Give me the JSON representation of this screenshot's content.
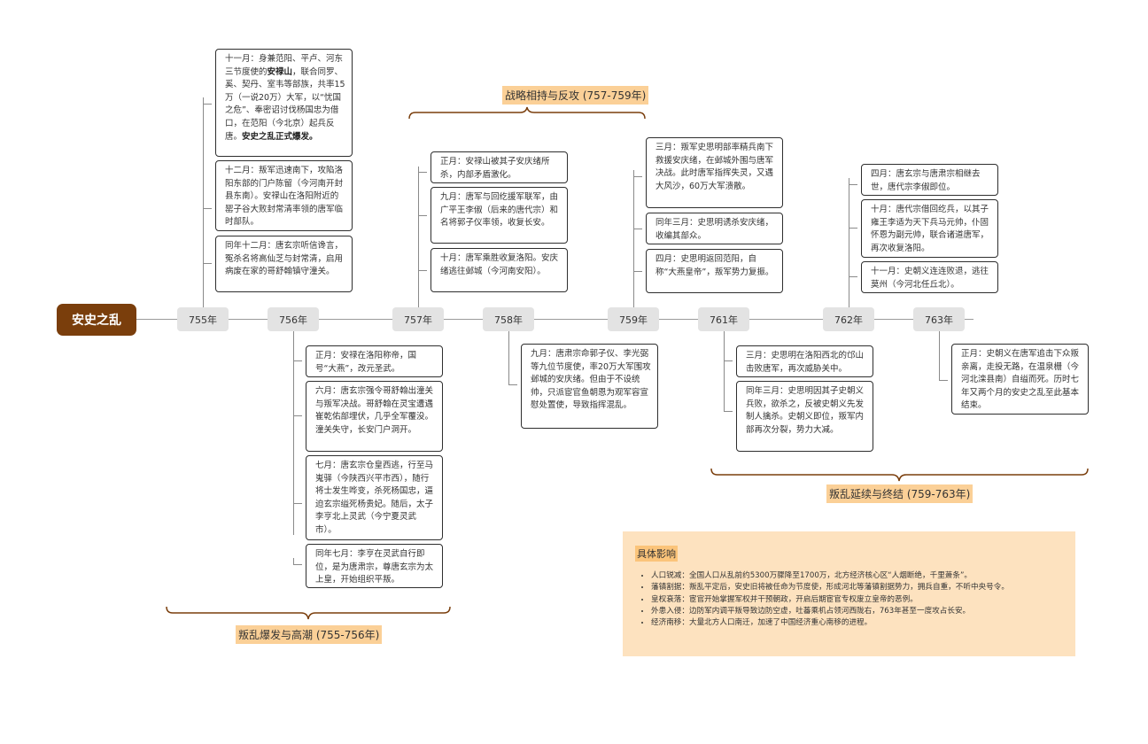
{
  "root_title": "安史之乱",
  "years": [
    "755年",
    "756年",
    "757年",
    "758年",
    "759年",
    "761年",
    "762年",
    "763年"
  ],
  "phases": [
    "战略相持与反攻 (757-759年)",
    "叛乱延续与终结 (759-763年)",
    "叛乱爆发与高潮 (755-756年)"
  ],
  "events": {
    "y755": [
      [
        {
          "t": "十一月：身兼范阳、平卢、河东三节度使的"
        },
        {
          "t": "安禄山",
          "b": true
        },
        {
          "t": "，联合同罗、奚、契丹、室韦等部族，共率15万（一说20万）大军，以“忧国之危”、奉密诏讨伐杨国忠为借口，在范阳（今北京）起兵反唐。"
        },
        {
          "t": "安史之乱正式爆发。",
          "b": true
        }
      ],
      [
        {
          "t": "十二月：叛军迅速南下，攻陷洛阳东部的门户陈留（今河南开封县东南）。安禄山在洛阳附近的罂子谷大败封常清率领的唐军临时部队。"
        }
      ],
      [
        {
          "t": "同年十二月：唐玄宗听信谗言，冤杀名将高仙芝与封常清，启用病废在家的哥舒翰镇守潼关。"
        }
      ]
    ],
    "y756": [
      [
        {
          "t": "正月：安禄在洛阳称帝，国号“大燕”，改元圣武。"
        }
      ],
      [
        {
          "t": "六月：唐玄宗强令哥舒翰出潼关与叛军决战。哥舒翰在灵宝遭遇崔乾佑部埋伏，几乎全军覆没。潼关失守，长安门户洞开。"
        }
      ],
      [
        {
          "t": "七月：唐玄宗仓皇西逃，行至马嵬驿（今陕西兴平市西），随行将士发生哗变，杀死杨国忠，逼迫玄宗缢死杨贵妃。随后，太子李亨北上灵武（今宁夏灵武市）。"
        }
      ],
      [
        {
          "t": "同年七月：李亨在灵武自行即位，是为唐肃宗，尊唐玄宗为太上皇，开始组织平叛。"
        }
      ]
    ],
    "y757": [
      [
        {
          "t": "正月：安禄山被其子安庆绪所杀，内部矛盾激化。"
        }
      ],
      [
        {
          "t": "九月：唐军与回纥援军联军，由广平王李俶（后来的唐代宗）和名将郭子仪率领，收复长安。"
        }
      ],
      [
        {
          "t": "十月：唐军乘胜收复洛阳。安庆绪逃往邺城（今河南安阳）。"
        }
      ]
    ],
    "y758": [
      [
        {
          "t": "九月：唐肃宗命郭子仪、李光弼等九位节度使，率20万大军围攻邺城的安庆绪。但由于不设统帅，只派宦官鱼朝恩为观军容宣慰处置使，导致指挥混乱。"
        }
      ]
    ],
    "y759": [
      [
        {
          "t": "三月：叛军史思明部率精兵南下救援安庆绪，在邺城外围与唐军决战。此时唐军指挥失灵，又遇大风沙，60万大军溃散。"
        }
      ],
      [
        {
          "t": "同年三月：史思明诱杀安庆绪，收编其部众。"
        }
      ],
      [
        {
          "t": "四月：史思明返回范阳，自称“大燕皇帝”，叛军势力复振。"
        }
      ]
    ],
    "y761": [
      [
        {
          "t": "三月：史思明在洛阳西北的邙山击败唐军，再次威胁关中。"
        }
      ],
      [
        {
          "t": "同年三月：史思明因其子史朝义兵败，欲杀之，反被史朝义先发制人擒杀。史朝义即位，叛军内部再次分裂，势力大减。"
        }
      ]
    ],
    "y762": [
      [
        {
          "t": "四月：唐玄宗与唐肃宗相继去世，唐代宗李俶即位。"
        }
      ],
      [
        {
          "t": "十月：唐代宗借回纥兵，以其子雍王李适为天下兵马元帅，仆固怀恩为副元帅，联合诸道唐军，再次收复洛阳。"
        }
      ],
      [
        {
          "t": "十一月：史朝义连连败退，逃往莫州（今河北任丘北）。"
        }
      ]
    ],
    "y763": [
      [
        {
          "t": "正月：史朝义在唐军追击下众叛亲离，走投无路，在温泉栅（今河北滦县南）自缢而死。历时七年又两个月的安史之乱至此基本结束。"
        }
      ]
    ]
  },
  "impact": {
    "title": "具体影响",
    "items": [
      "人口锐减：全国人口从乱前约5300万骤降至1700万，北方经济核心区“人烟断绝，千里萧条”。",
      "藩镇割据：叛乱平定后，安史旧将被任命为节度使，形成河北等藩镇割据势力，拥兵自重，不听中央号令。",
      "皇权衰落：宦官开始掌握军权并干预朝政，开启后期宦官专权废立皇帝的恶例。",
      "外患入侵：边防军内调平叛导致边防空虚，吐蕃乘机占领河西陇右，763年甚至一度攻占长安。",
      "经济南移：大量北方人口南迁，加速了中国经济重心南移的进程。"
    ]
  }
}
